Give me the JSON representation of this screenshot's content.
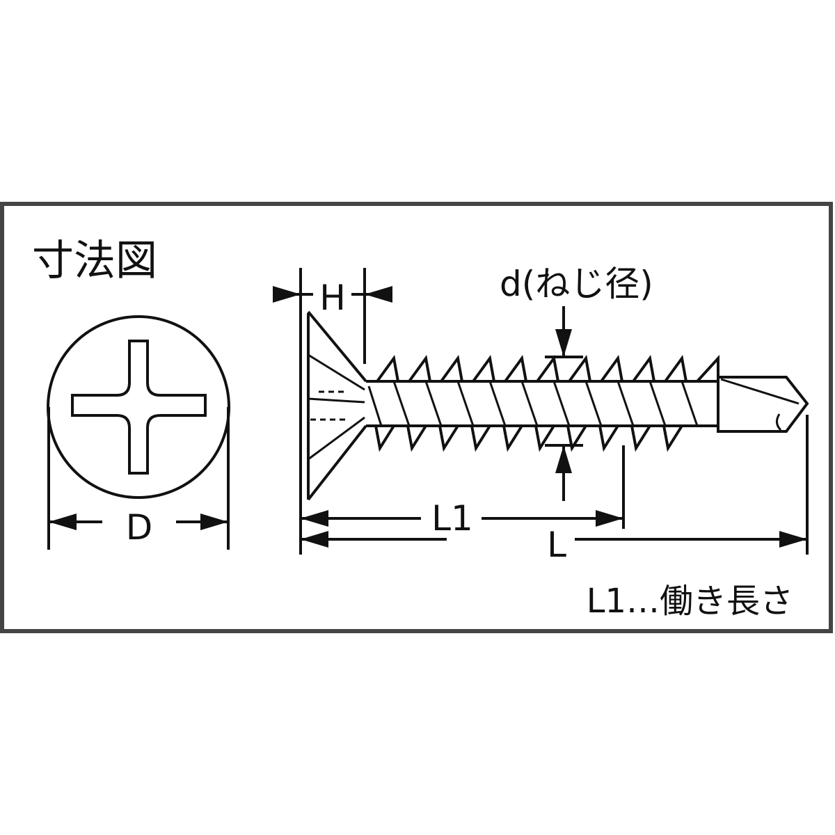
{
  "diagram": {
    "title": "寸法図",
    "labels": {
      "head_diameter": "D",
      "head_height": "H",
      "thread_diameter": "d(ねじ径)",
      "working_length": "L1",
      "total_length": "L",
      "note": "L1…働き長さ"
    },
    "colors": {
      "line": "#111111",
      "frame": "#444444",
      "background": "#ffffff"
    }
  }
}
